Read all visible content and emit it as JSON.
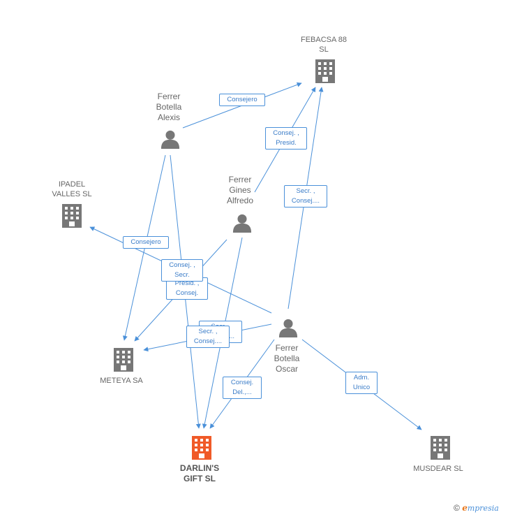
{
  "nodes": {
    "febacsa": {
      "lines": [
        "FEBACSA 88",
        "SL"
      ],
      "kind": "company"
    },
    "ipadel": {
      "lines": [
        "IPADEL",
        "VALLES SL"
      ],
      "kind": "company"
    },
    "meteya": {
      "lines": [
        "METEYA SA"
      ],
      "kind": "company"
    },
    "darlins": {
      "lines": [
        "DARLIN'S",
        "GIFT SL"
      ],
      "kind": "company-highlight"
    },
    "musdear": {
      "lines": [
        "MUSDEAR SL"
      ],
      "kind": "company"
    },
    "alexis": {
      "lines": [
        "Ferrer",
        "Botella",
        "Alexis"
      ],
      "kind": "person"
    },
    "alfredo": {
      "lines": [
        "Ferrer",
        "Gines",
        "Alfredo"
      ],
      "kind": "person"
    },
    "oscar": {
      "lines": [
        "Ferrer",
        "Botella",
        "Oscar"
      ],
      "kind": "person"
    }
  },
  "edge_labels": [
    {
      "id": "alexis-febacsa",
      "lines": [
        "Consejero"
      ]
    },
    {
      "id": "alfredo-febacsa",
      "lines": [
        "Consej. ,",
        "Presid."
      ]
    },
    {
      "id": "oscar-febacsa",
      "lines": [
        "Secr. ,",
        "Consej...."
      ]
    },
    {
      "id": "alexis-meteya",
      "lines": [
        "Consejero"
      ]
    },
    {
      "id": "alexis-darlins-back",
      "lines": [
        "Presid. ,",
        "Consej."
      ]
    },
    {
      "id": "alexis-darlins",
      "lines": [
        "Consej. ,",
        "Secr."
      ]
    },
    {
      "id": "oscar-darlins-back",
      "lines": [
        "Secr. ,",
        "Consej...."
      ]
    },
    {
      "id": "oscar-meteya",
      "lines": [
        "Secr. ,",
        "Consej...."
      ]
    },
    {
      "id": "oscar-darlins",
      "lines": [
        "Consej.",
        "Del.,..."
      ]
    },
    {
      "id": "oscar-musdear",
      "lines": [
        "Adm.",
        "Unico"
      ]
    }
  ],
  "colors": {
    "edge": "#4a90d9",
    "icon": "#777777",
    "highlight": "#f05a28"
  },
  "icons": {
    "company": "building-icon",
    "person": "person-icon"
  },
  "brand": {
    "copyright": "©",
    "e": "e",
    "rest": "mpresia"
  }
}
